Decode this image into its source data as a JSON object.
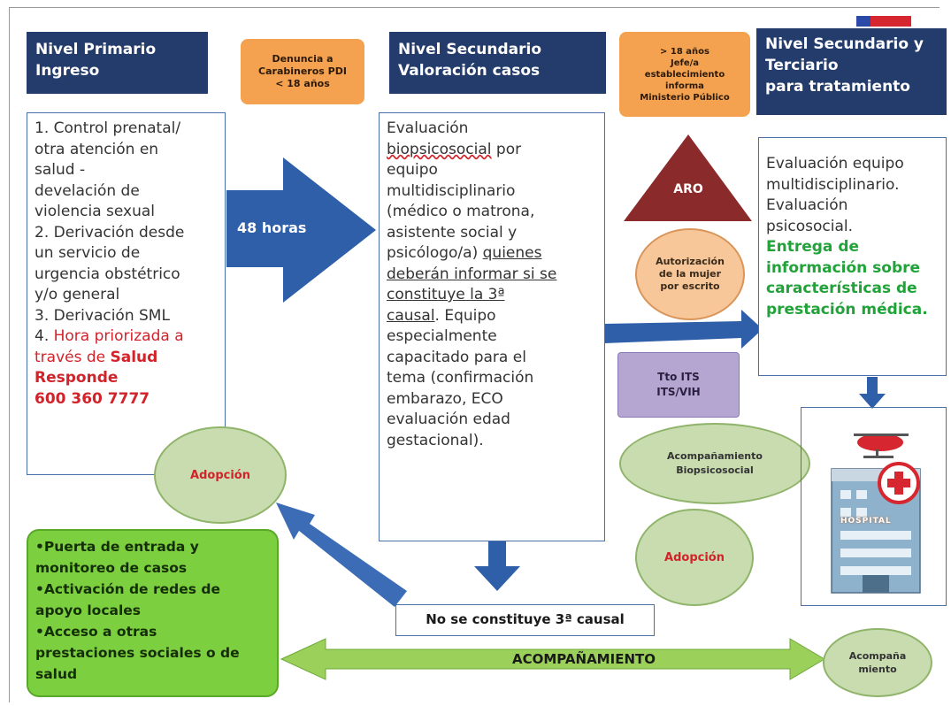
{
  "headers": {
    "primario": "Nivel Primario\nIngreso",
    "secundario": "Nivel Secundario\nValoración casos",
    "terciario": "Nivel Secundario y\nTerciario\npara tratamiento"
  },
  "denuncia": "Denuncia a\nCarabineros PDI\n< 18 años",
  "mayor18": "> 18 años\nJefe/a\nestablecimiento\ninforma\nMinisterio Público",
  "primario_box": {
    "line1": "1. Control prenatal/\notra atención en\nsalud -\ndevelación de\nviolencia sexual\n2. Derivación desde\nun servicio de\nurgencia obstétrico\ny/o general\n3. Derivación SML\n4. ",
    "red1": "Hora priorizada a\ntravés de ",
    "redbold": "Salud\nResponde\n600 360 7777"
  },
  "arrow_48": "48 horas",
  "secundario_box": {
    "t1": "Evaluación\n",
    "t2": "biopsicosocial",
    "t3": " por\nequipo\nmultidisciplinario\n(médico o matrona,\nasistente social y\npsicólogo/a) ",
    "t4": "quienes\ndeberán informar si se\nconstituye la 3ª\ncausal",
    "t5": ". Equipo\nespecialmente\ncapacitado para el\ntema (confirmación\nembarazo, ECO\nevaluación edad\ngestacional)."
  },
  "aro": "ARO",
  "autorizacion": "Autorización\nde la mujer\npor escrito",
  "tto_its": "Tto ITS\nITS/VIH",
  "acompanamiento_bio": "Acompañamiento\nBiopsicosocial",
  "adopcion_right": "Adopción",
  "adopcion_left": "Adopción",
  "terciario_box": {
    "t1": "Evaluación equipo\nmultidisciplinario.\nEvaluación\npsicosocial.\n",
    "t2": "Entrega de\ninformación sobre\ncaracterísticas de\nprestación médica."
  },
  "no_constituye": "No se constituye 3ª causal",
  "green_box": "•Puerta de entrada y\nmonitoreo de casos\n•Activación de redes de\napoyo locales\n•Acceso a otras\nprestaciones sociales o de\nsalud",
  "acompanamiento": "ACOMPAÑAMIENTO",
  "acompana_miento": "Acompaña\nmiento",
  "hospital_sign": "HOSPITAL",
  "colors": {
    "navy": "#233c6b",
    "arrow_blue": "#2e5fa8",
    "orange": "#f4a24f",
    "aro_red": "#8b2a2a",
    "green_box": "#7ccf3f",
    "sage": "#c9dcb0",
    "lilac": "#b4a6d1",
    "acomp_arrow": "#9bd15a"
  }
}
